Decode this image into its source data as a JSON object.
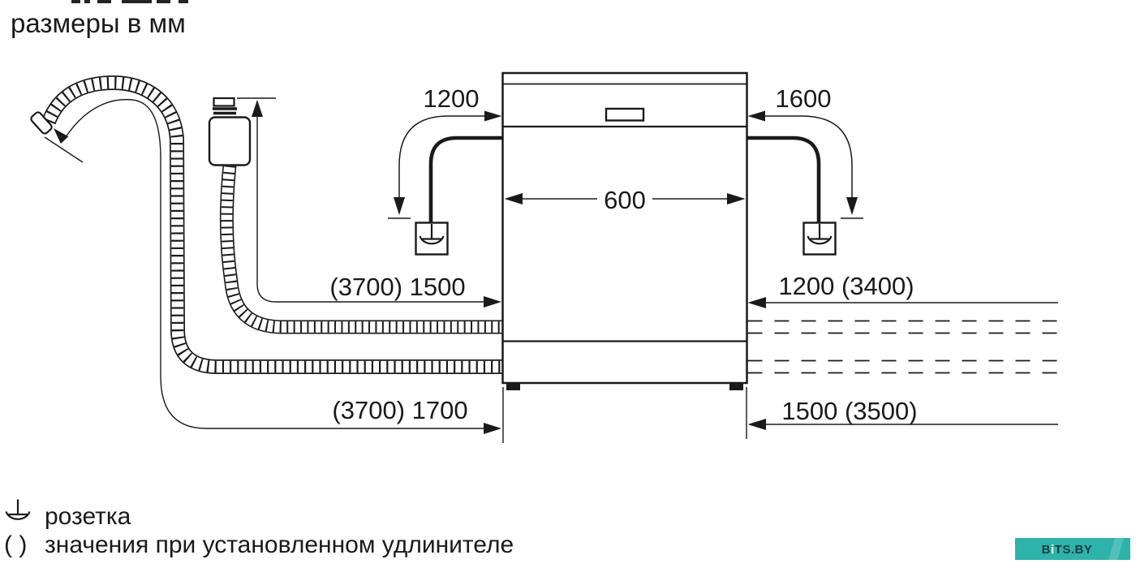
{
  "title": "размеры в мм",
  "dimensions": {
    "left_cord_height": "1200",
    "right_cord_height": "1600",
    "appliance_width": "600",
    "supply_hose_left": "(3700) 1500",
    "supply_hose_right": "1200 (3400)",
    "drain_hose_left": "(3700) 1700",
    "drain_hose_right": "1500 (3500)"
  },
  "legend": {
    "socket_label": "розетка",
    "parentheses_symbol": "( )",
    "parentheses_note": "значения при установленном удлинителе"
  },
  "watermark": {
    "prefix": "B",
    "middle": "i",
    "suffix": "TS.BY",
    "background": "#2db3aa",
    "text_color": "#1e3c42"
  },
  "colors": {
    "line": "#1a1a1a",
    "background": "#ffffff"
  }
}
